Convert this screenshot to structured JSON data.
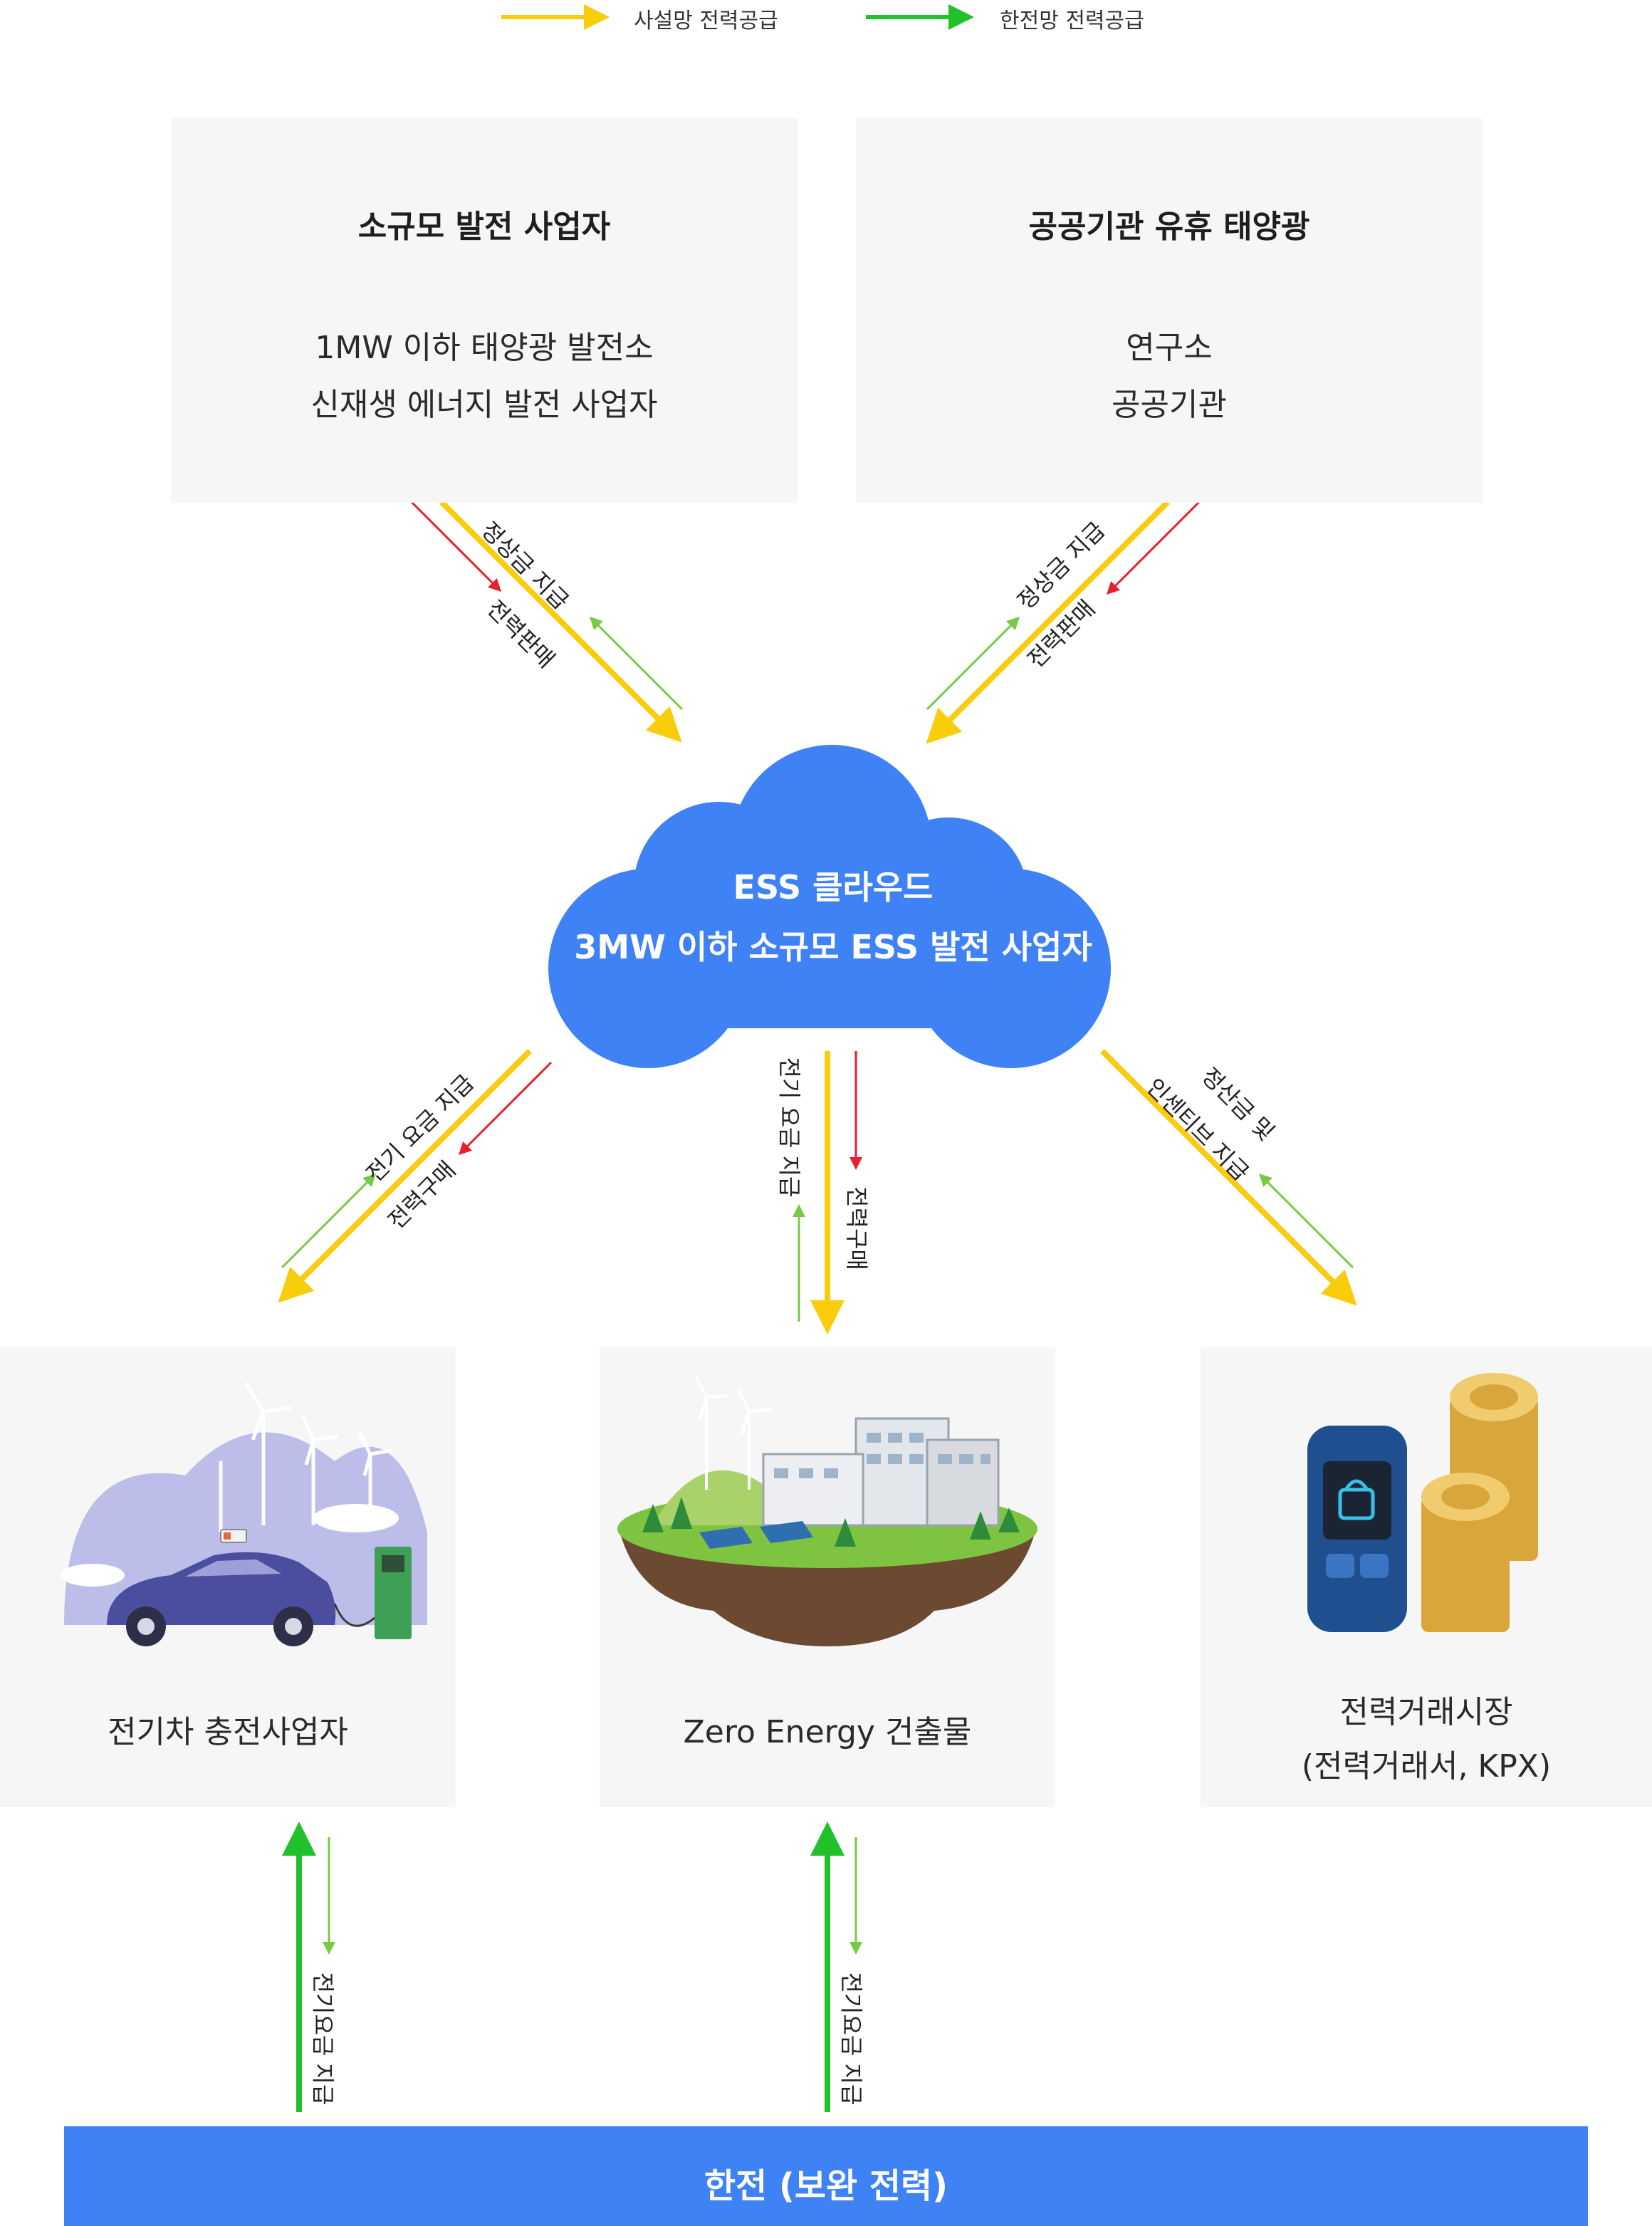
{
  "legend": {
    "private_grid": "사설망 전력공급",
    "kepco_grid": "한전망 전력공급"
  },
  "colors": {
    "yellow": "#f9cc0c",
    "green": "#22c02a",
    "lime": "#7ac943",
    "red": "#e6202a",
    "cloud": "#3f82f5",
    "box_bg": "#f6f6f6"
  },
  "boxes": {
    "small_generator": {
      "title": "소규모 발전 사업자",
      "lines": [
        "1MW 이하 태양광 발전소",
        "신재생 에너지 발전 사업자"
      ]
    },
    "public_solar": {
      "title": "공공기관 유휴 태양광",
      "lines": [
        "연구소",
        "공공기관"
      ]
    },
    "ev_charging": {
      "label": "전기차 충전사업자"
    },
    "zero_energy": {
      "label": "Zero Energy 건출물"
    },
    "power_market": {
      "lines": [
        "전력거래시장",
        "(전력거래서, KPX)"
      ]
    }
  },
  "cloud": {
    "line1": "ESS 클라우드",
    "line2": "3MW 이하 소규모 ESS 발전 사업자"
  },
  "arrow_labels": {
    "settlement": "정상금 지급",
    "power_sale": "전력판매",
    "elec_fee": "전기 요금 지급",
    "power_purchase": "전력구매",
    "settlement_incentive_1": "정산금 및",
    "settlement_incentive_2": "인센티브 지급",
    "elec_fee_compact": "전기요금 지급"
  },
  "kepco": {
    "label": "한전 (보완 전력)"
  },
  "icons": [
    "ev-charging-illustration",
    "zero-energy-island-illustration",
    "wallet-coins-illustration"
  ]
}
